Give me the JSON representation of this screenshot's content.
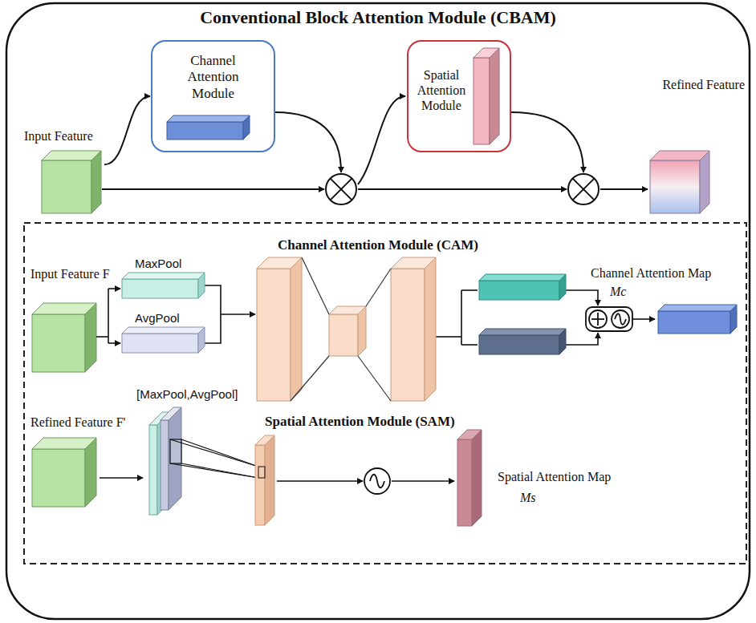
{
  "diagram": {
    "title": "Conventional Block Attention Module (CBAM)",
    "nodes": [
      {
        "text": [
          "Input Feature"
        ]
      },
      {
        "text": [
          "Channel Attention Module"
        ]
      },
      {
        "text": [
          "Spatial Attention Module"
        ]
      },
      {
        "text": [
          "Refined Feature"
        ]
      }
    ],
    "edges": [
      {
        "from": 0,
        "to": 1,
        "arrow": "to"
      }
    ],
    "labels": [
      "Channel Attention Module (CAM)",
      "Input Feature F",
      "MaxPool",
      "AvgPool",
      "Channel Attention Map",
      "Mc",
      "[MaxPool,AvgPool]",
      "Spatial Attention Module (SAM)",
      "Refined Feature F'",
      "Spatial Attention Map",
      "Ms"
    ]
  }
}
